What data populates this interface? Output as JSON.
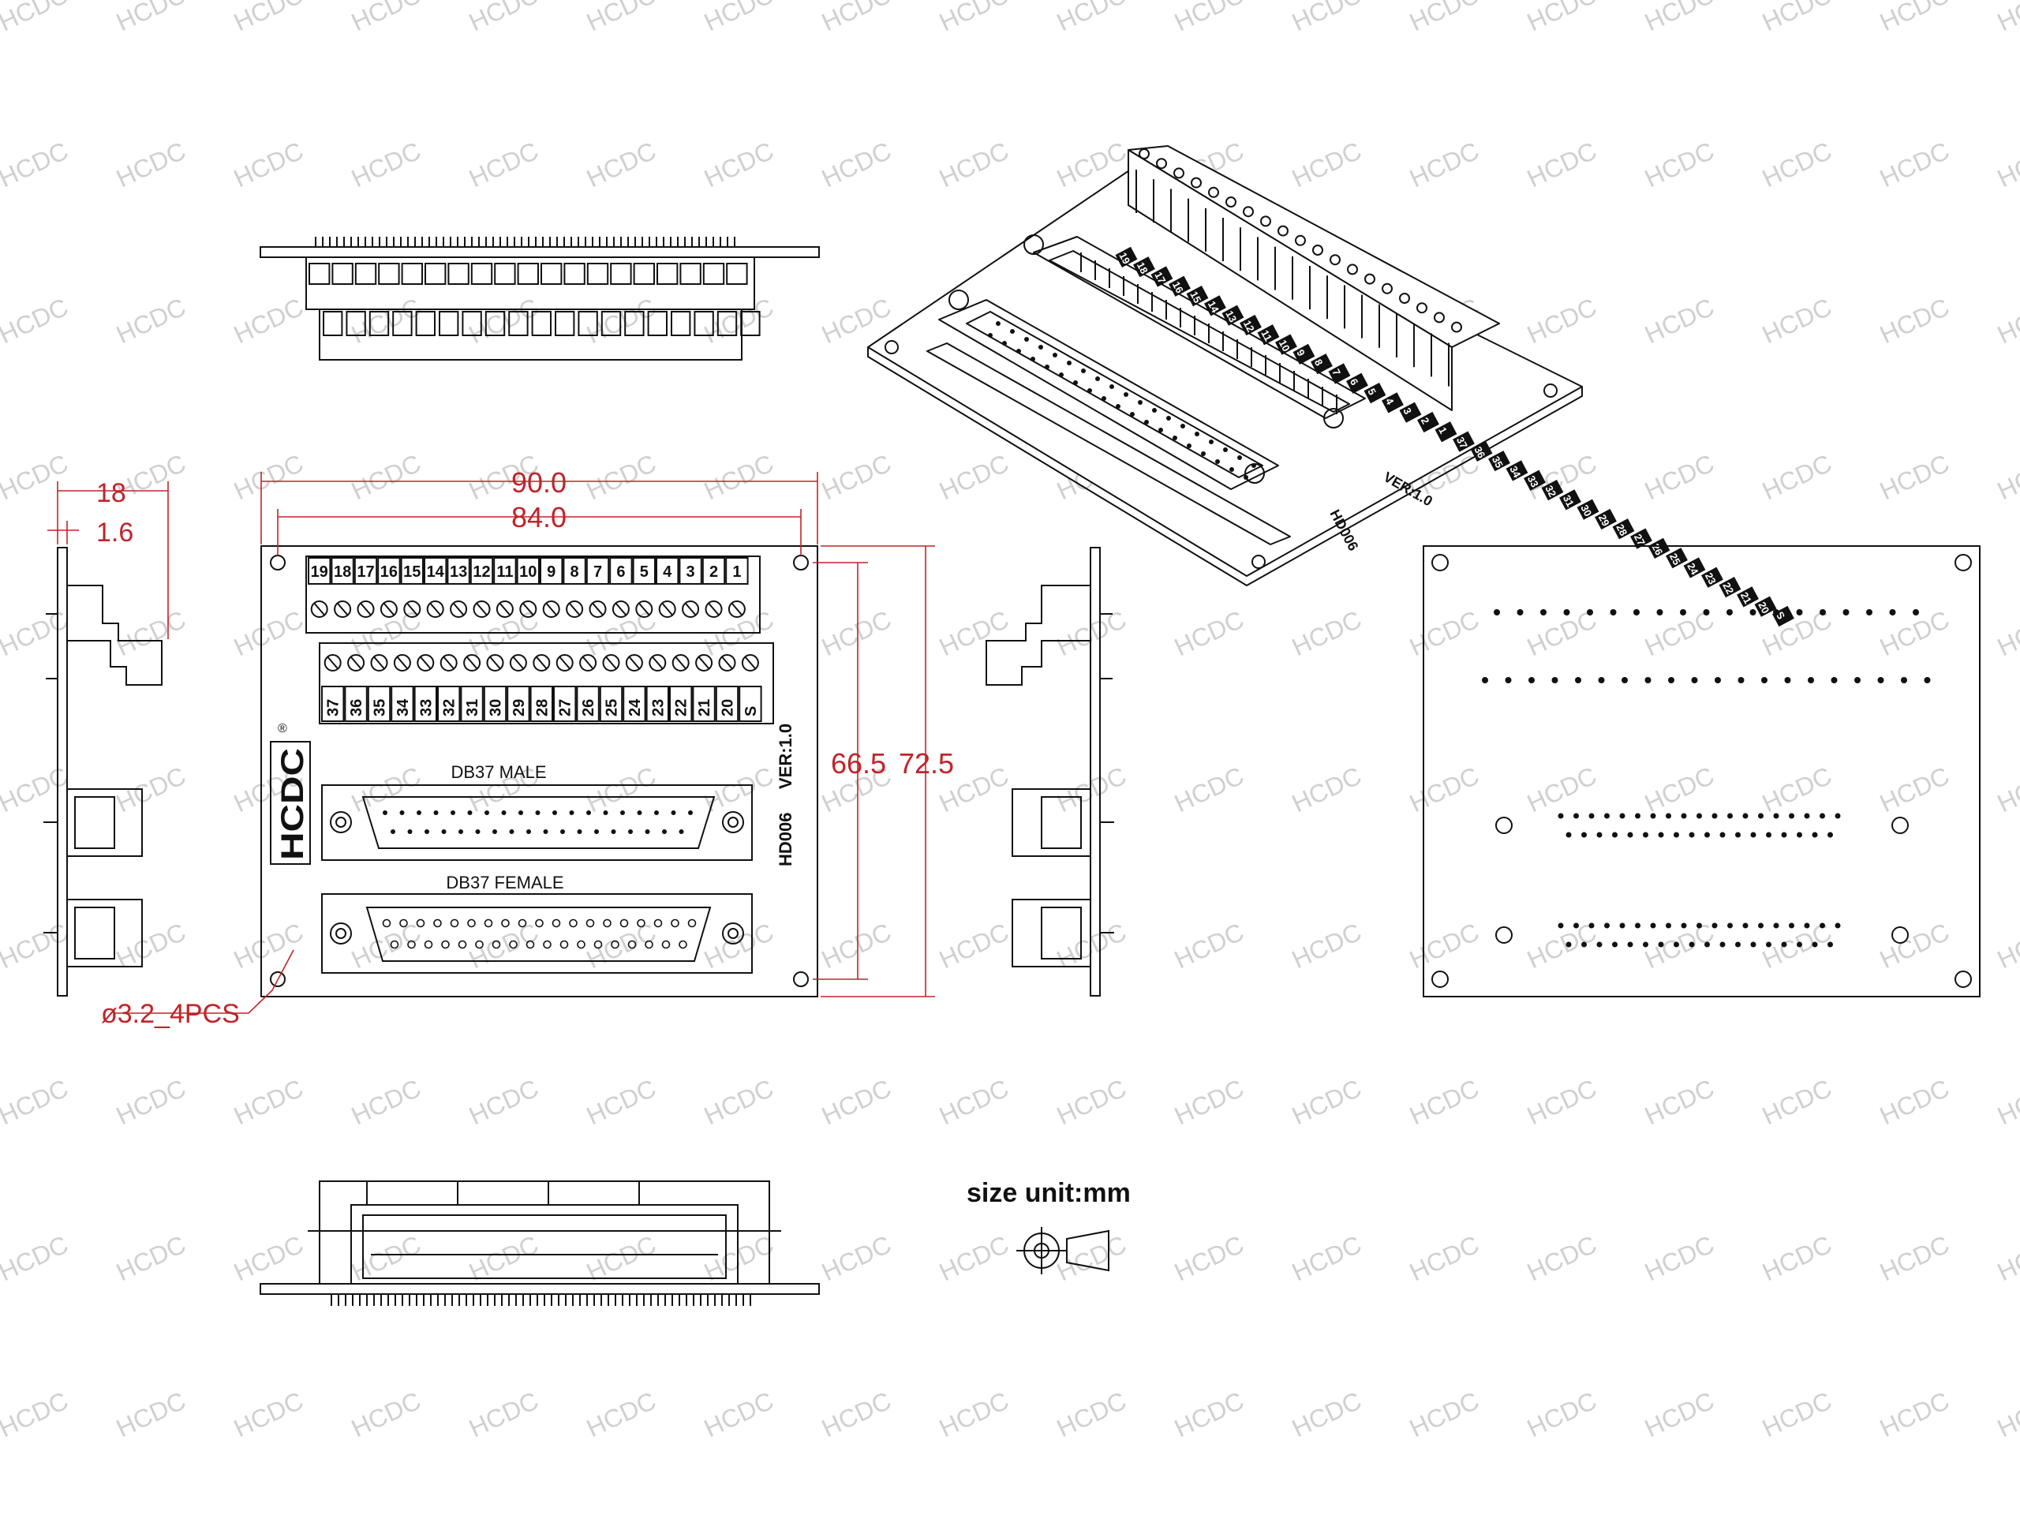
{
  "watermark": "HCDC",
  "colors": {
    "dimension": "#c0242a",
    "line": "#111111",
    "watermark": "#d0d0d0"
  },
  "front": {
    "top_numbers": [
      "19",
      "18",
      "17",
      "16",
      "15",
      "14",
      "13",
      "12",
      "11",
      "10",
      "9",
      "8",
      "7",
      "6",
      "5",
      "4",
      "3",
      "2",
      "1"
    ],
    "bottom_numbers": [
      "37",
      "36",
      "35",
      "34",
      "33",
      "32",
      "31",
      "30",
      "29",
      "28",
      "27",
      "26",
      "25",
      "24",
      "23",
      "22",
      "21",
      "20",
      "S"
    ],
    "logo": "HCDC",
    "registered": "®",
    "male_label": "DB37 MALE",
    "female_label": "DB37 FEMALE",
    "version": "VER:1.0",
    "model": "HD006"
  },
  "dimensions": {
    "width_total": "90.0",
    "width_holes": "84.0",
    "height_holes": "66.5",
    "height_total": "72.5",
    "side_height": "18",
    "pcb_thickness": "1.6",
    "hole_note": "ø3.2_4PCS"
  },
  "iso": {
    "labels": [
      "19",
      "18",
      "17",
      "16",
      "15",
      "14",
      "13",
      "12",
      "11",
      "10",
      "9",
      "8",
      "7",
      "6",
      "5",
      "4",
      "3",
      "2",
      "1",
      "37",
      "36",
      "35",
      "34",
      "33",
      "32",
      "31",
      "30",
      "29",
      "28",
      "27",
      "26",
      "25",
      "24",
      "23",
      "22",
      "21",
      "20",
      "S"
    ],
    "model": "HD006",
    "version": "VER:1.0"
  },
  "size_unit": "size unit:mm",
  "projection_symbol": "third-angle-projection-icon"
}
